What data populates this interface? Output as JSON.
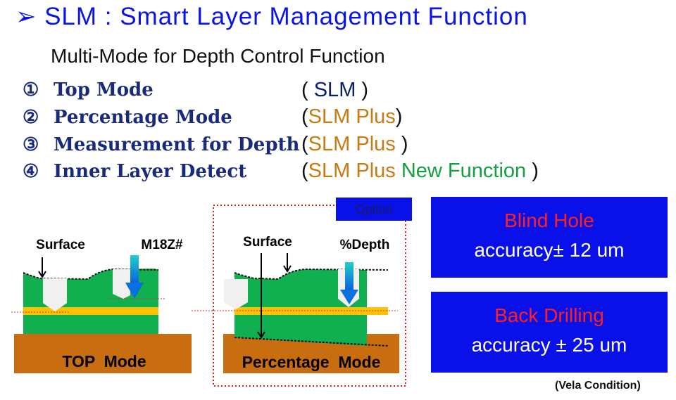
{
  "title": "SLM : Smart Layer Management Function",
  "subtitle": "Multi-Mode for Depth Control Function",
  "modes": [
    {
      "num": "①",
      "label": "Top Mode",
      "paren_open": "( ",
      "slm": "SLM",
      "plus": "",
      "new": "",
      "paren_close": " )"
    },
    {
      "num": "②",
      "label": "Percentage Mode",
      "paren_open": "(",
      "slm": "",
      "plus": "SLM Plus",
      "new": "",
      "paren_close": ")"
    },
    {
      "num": "③",
      "label": "Measurement for Depth",
      "paren_open": "(",
      "slm": "",
      "plus": "SLM Plus",
      "new": "",
      "paren_close": " )"
    },
    {
      "num": "④",
      "label": "Inner Layer Detect",
      "paren_open": "(",
      "slm": "",
      "plus": "SLM Plus",
      "new": " New Function",
      "paren_close": " )"
    }
  ],
  "diagram_top": {
    "surface": "Surface",
    "drill": "M18Z#",
    "mode": "TOP  Mode"
  },
  "diagram_pct": {
    "surface": "Surface",
    "drill": "%Depth",
    "mode": "Percentage  Mode",
    "option": "Option"
  },
  "cards": [
    {
      "heading": "Blind Hole",
      "accuracy": "accuracy± 12 um"
    },
    {
      "heading": "Back Drilling",
      "accuracy": "accuracy ± 25 um"
    }
  ],
  "footnote": "(Vela Condition)",
  "colors": {
    "title": "#0a14e6",
    "board": "#10b050",
    "copper": "#c86e10",
    "inner": "#ffc000",
    "card": "#0a10e8"
  }
}
